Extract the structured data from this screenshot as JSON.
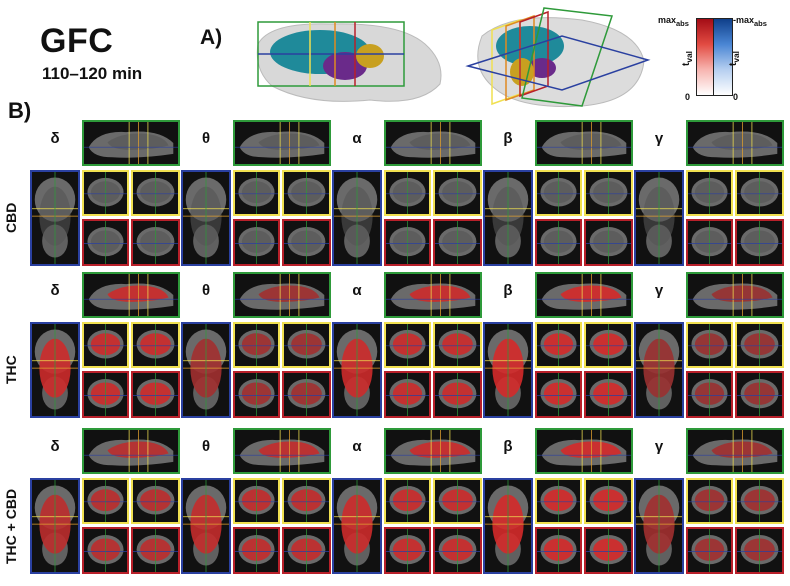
{
  "header": {
    "title": "GFC",
    "subtitle": "110–120 min",
    "panel_a": "A)",
    "panel_b": "B)"
  },
  "colorbars": {
    "pos_top": "max",
    "pos_top_sub": "abs",
    "neg_top": "-max",
    "neg_top_sub": "abs",
    "pos_axis": "t",
    "pos_axis_sub": "val",
    "neg_axis": "t",
    "neg_axis_sub": "val",
    "pos_bottom": "0",
    "neg_bottom": "0",
    "pos_color": "#c4101a",
    "neg_color": "#1a5fb4"
  },
  "bands": [
    "δ",
    "θ",
    "α",
    "β",
    "γ"
  ],
  "conditions": [
    {
      "label": "CBD",
      "activation": [
        0.0,
        0.0,
        0.0,
        0.0,
        0.0
      ]
    },
    {
      "label": "THC",
      "activation": [
        0.85,
        0.6,
        0.85,
        0.9,
        0.55
      ]
    },
    {
      "label": "THC + CBD",
      "activation": [
        0.75,
        0.8,
        0.85,
        0.9,
        0.6
      ]
    }
  ]
}
